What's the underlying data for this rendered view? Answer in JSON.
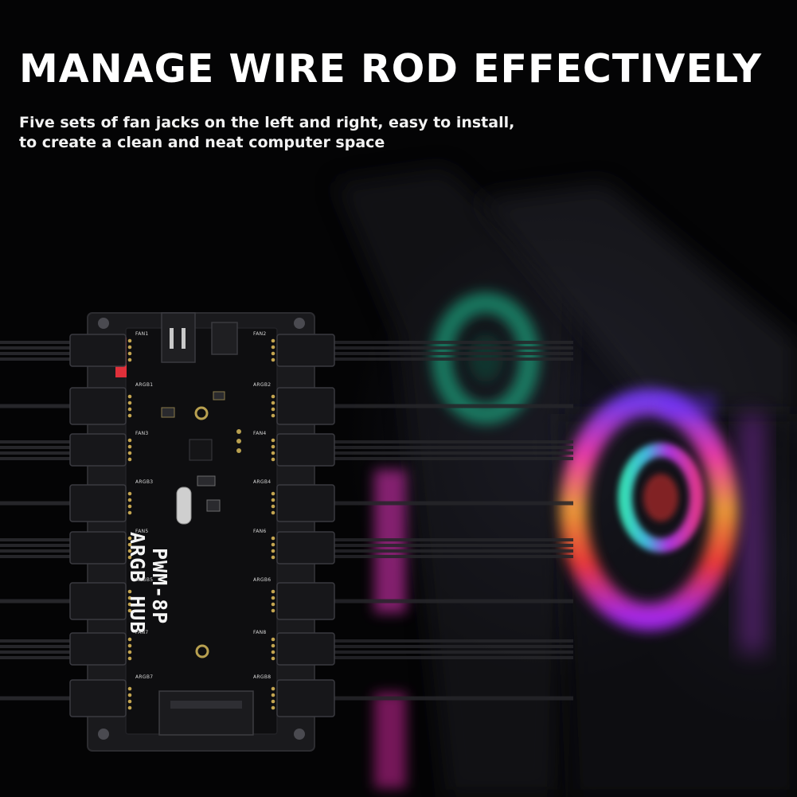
{
  "headline": "MANAGE WIRE ROD EFFECTIVELY",
  "subtitle_lines": [
    "Five sets of fan jacks on the left and right, easy to install,",
    "to create a clean and neat computer space"
  ],
  "board": {
    "model_line1": "PWM-8P",
    "model_line2": "ARGB HUB",
    "fan_labels": [
      "FAN1",
      "FAN2",
      "FAN3",
      "FAN4",
      "FAN5",
      "FAN6",
      "FAN7",
      "FAN8"
    ],
    "argb_labels": [
      "ARGB1",
      "ARGB2",
      "ARGB3",
      "ARGB4",
      "ARGB5",
      "ARGB6",
      "ARGB7",
      "ARGB8"
    ],
    "board_color": "#141416",
    "pcb_color": "#0d0d0f",
    "accent_pins": "#e0303a"
  },
  "colors": {
    "background": "#040405",
    "headline_text": "#ffffff"
  }
}
